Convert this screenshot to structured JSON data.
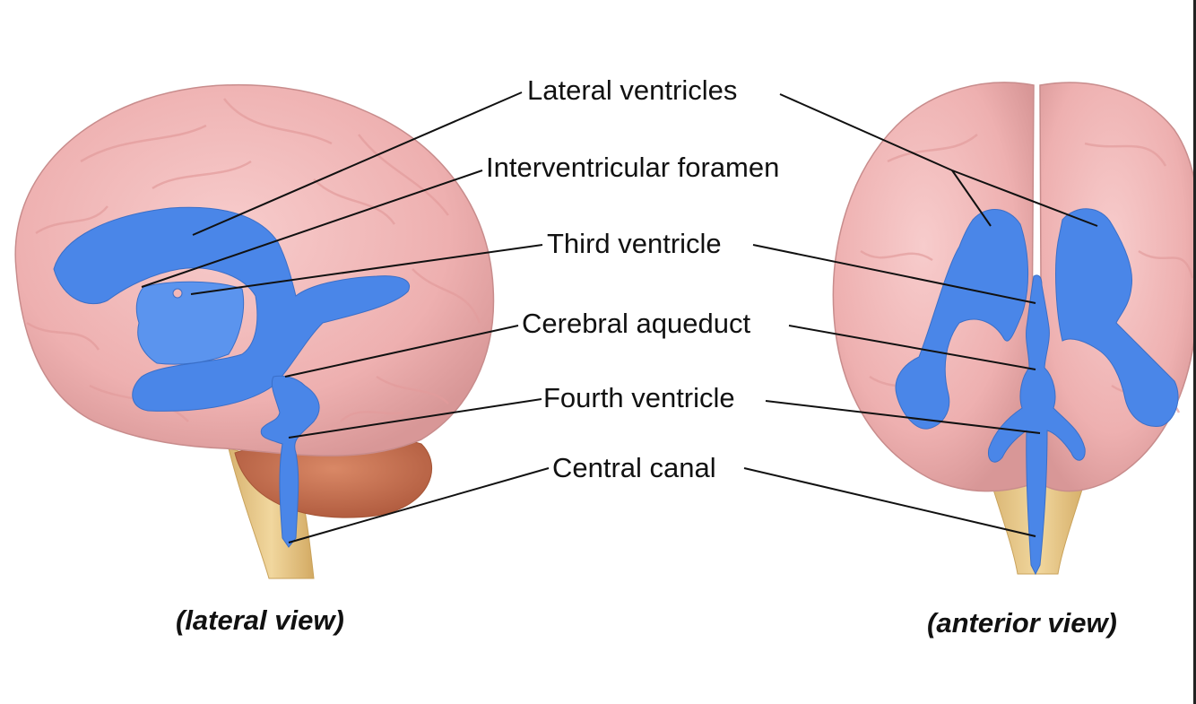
{
  "labels": {
    "lateral_ventricles": "Lateral ventricles",
    "interventricular_foramen": "Interventricular foramen",
    "third_ventricle": "Third ventricle",
    "cerebral_aqueduct": "Cerebral aqueduct",
    "fourth_ventricle": "Fourth ventricle",
    "central_canal": "Central canal"
  },
  "captions": {
    "lateral": "(lateral view)",
    "anterior": "(anterior view)"
  },
  "colors": {
    "ventricles": "#4a86e8",
    "brain": "#f2b8b8",
    "cerebellum": "#c9704f",
    "brainstem": "#e7c98a"
  }
}
